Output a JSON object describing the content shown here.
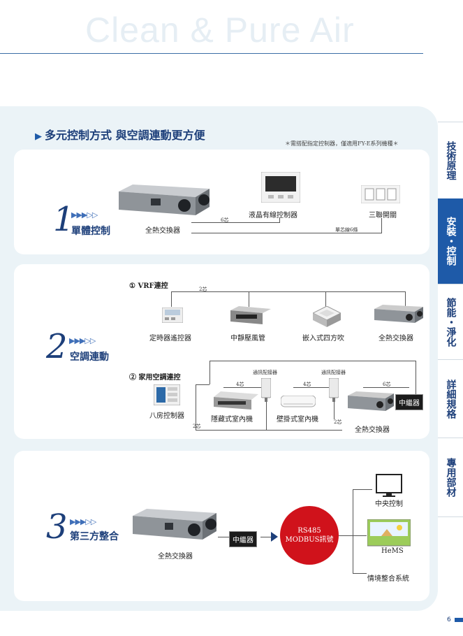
{
  "hero": "Clean & Pure Air",
  "heading": "多元控制方式 與空調連動更方便",
  "note": "＊需搭配指定控制器，僅適用FY-E系列機種＊",
  "sections": [
    {
      "number": "1",
      "label": "單體控制",
      "devices": [
        "全熱交換器",
        "液晶有線控制器",
        "三聯開關"
      ],
      "wires": [
        "6芯",
        "單芯線6條"
      ]
    },
    {
      "number": "2",
      "label": "空調連動",
      "vrf": {
        "title": "① VRF連控",
        "wire": "2芯",
        "devices": [
          "定時器遙控器",
          "中靜壓風管",
          "嵌入式四方吹",
          "全熱交換器"
        ]
      },
      "home": {
        "title": "② 家用空調連控",
        "devices": [
          "八房控制器",
          "隱藏式室內機",
          "壁掛式室內機",
          "全熱交換器"
        ],
        "adapter_label": "通訊配接器",
        "relay": "中繼器",
        "wires": [
          "4芯",
          "4芯",
          "6芯",
          "2芯",
          "2芯"
        ]
      }
    },
    {
      "number": "3",
      "label": "第三方整合",
      "device": "全熱交換器",
      "relay": "中繼器",
      "rs485": [
        "RS485",
        "MODBUS訊號"
      ],
      "targets": [
        "中央控制",
        "HeMS",
        "情境整合系統"
      ]
    }
  ],
  "sidebar": [
    {
      "label": "技術原理",
      "active": false
    },
    {
      "label": "安裝・控制",
      "active": true
    },
    {
      "label": "節能・淨化",
      "active": false
    },
    {
      "label": "詳細規格",
      "active": false
    },
    {
      "label": "專用部材",
      "active": false
    }
  ],
  "page_number": "6",
  "colors": {
    "navy": "#1d3f7a",
    "accent": "#1e5aa8",
    "panel": "#ebf3f7",
    "red": "#d0121b"
  }
}
